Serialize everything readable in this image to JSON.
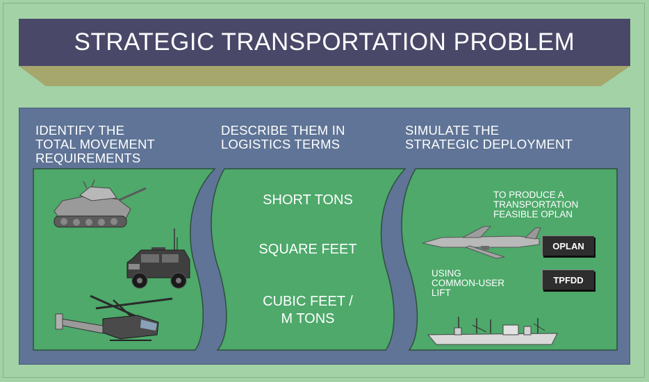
{
  "title": "STRATEGIC TRANSPORTATION PROBLEM",
  "columns": [
    {
      "lines": [
        "IDENTIFY THE",
        "TOTAL MOVEMENT",
        "REQUIREMENTS"
      ]
    },
    {
      "lines": [
        "DESCRIBE THEM IN",
        "LOGISTICS TERMS"
      ]
    },
    {
      "lines": [
        "SIMULATE THE",
        "STRATEGIC DEPLOYMENT"
      ]
    }
  ],
  "measures": {
    "short_tons": "SHORT TONS",
    "square_feet": "SQUARE FEET",
    "cubic_line1": "CUBIC FEET /",
    "cubic_line2": "M TONS"
  },
  "goal_lines": [
    "TO PRODUCE A",
    "TRANSPORTATION",
    "FEASIBLE OPLAN"
  ],
  "using_lines": [
    "USING",
    "COMMON-USER",
    "LIFT"
  ],
  "boxes": {
    "oplan": "OPLAN",
    "tpfdd": "TPFDD"
  },
  "colors": {
    "background": "#a2d2a6",
    "title_bar": "#4a4868",
    "panel": "#5f7496",
    "band_green": "#4ea96b",
    "label_box": "#2e2e2e"
  },
  "icons": [
    "tank-icon",
    "humvee-icon",
    "helicopter-icon",
    "cargo-plane-icon",
    "cargo-ship-icon"
  ]
}
